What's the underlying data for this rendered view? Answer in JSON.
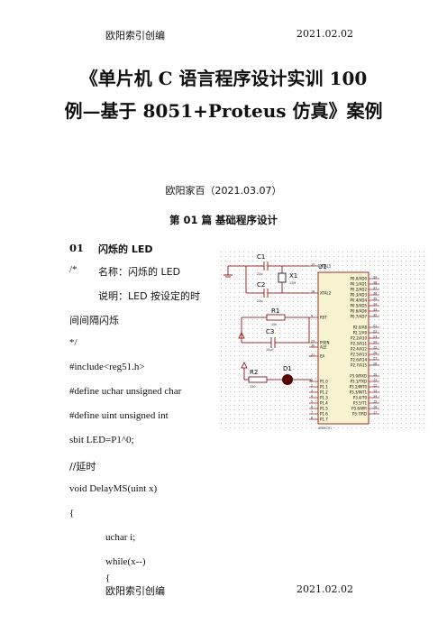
{
  "header": {
    "left": "欧阳索引创编",
    "right": "2021.02.02"
  },
  "footer": {
    "left": "欧阳索引创编",
    "right": "2021.02.02"
  },
  "title": {
    "line1": "《单片机 C 语言程序设计实训 100",
    "line2": "例—基于 8051+Proteus 仿真》案例"
  },
  "author": "欧阳家百（2021.03.07）",
  "part_heading": "第 01 篇 基础程序设计",
  "section": {
    "number": "01",
    "title": "闪烁的 LED"
  },
  "comment": {
    "open": "/*",
    "name_line": "名称：闪烁的 LED",
    "desc_line1": "说明：LED 按设定的时",
    "desc_line2": "间间隔闪烁",
    "close": "*/"
  },
  "code": [
    "#include<reg51.h>",
    "#define uchar unsigned char",
    "#define uint unsigned int",
    "sbit LED=P1^0;",
    "//延时",
    "void DelayMS(uint x)",
    "{",
    "uchar i;",
    "while(x--)",
    "{"
  ],
  "schematic": {
    "components": {
      "c1": "C1",
      "c1_val": "22p",
      "c2": "C2",
      "c2_val": "22p",
      "x1": "X1",
      "x1_val": "12M",
      "r1": "R1",
      "r1_val": "10k",
      "c3": "C3",
      "c3_val": "10uF",
      "r2": "R2",
      "r2_val": "330",
      "d1": "D1",
      "u1": "U1",
      "u1_part": "AT89C51"
    },
    "left_pins": [
      {
        "num": "19",
        "name": "XTAL1"
      },
      {
        "num": "18",
        "name": "XTAL2"
      },
      {
        "num": "9",
        "name": "RST"
      },
      {
        "num": "29",
        "name": "PSEN"
      },
      {
        "num": "30",
        "name": "ALE"
      },
      {
        "num": "31",
        "name": "EA"
      },
      {
        "num": "1",
        "name": "P1.0"
      },
      {
        "num": "2",
        "name": "P1.1"
      },
      {
        "num": "3",
        "name": "P1.2"
      },
      {
        "num": "4",
        "name": "P1.3"
      },
      {
        "num": "5",
        "name": "P1.4"
      },
      {
        "num": "6",
        "name": "P1.5"
      },
      {
        "num": "7",
        "name": "P1.6"
      },
      {
        "num": "8",
        "name": "P1.7"
      }
    ],
    "right_pins": [
      {
        "num": "39",
        "name": "P0.0/AD0"
      },
      {
        "num": "38",
        "name": "P0.1/AD1"
      },
      {
        "num": "37",
        "name": "P0.2/AD2"
      },
      {
        "num": "36",
        "name": "P0.3/AD3"
      },
      {
        "num": "35",
        "name": "P0.4/AD4"
      },
      {
        "num": "34",
        "name": "P0.5/AD5"
      },
      {
        "num": "33",
        "name": "P0.6/AD6"
      },
      {
        "num": "32",
        "name": "P0.7/AD7"
      },
      {
        "num": "21",
        "name": "P2.0/A8"
      },
      {
        "num": "22",
        "name": "P2.1/A9"
      },
      {
        "num": "23",
        "name": "P2.2/A10"
      },
      {
        "num": "24",
        "name": "P2.3/A11"
      },
      {
        "num": "25",
        "name": "P2.4/A12"
      },
      {
        "num": "26",
        "name": "P2.5/A13"
      },
      {
        "num": "27",
        "name": "P2.6/A14"
      },
      {
        "num": "28",
        "name": "P2.7/A15"
      },
      {
        "num": "10",
        "name": "P3.0/RXD"
      },
      {
        "num": "11",
        "name": "P3.1/TXD"
      },
      {
        "num": "12",
        "name": "P3.2/INT0"
      },
      {
        "num": "13",
        "name": "P3.3/INT1"
      },
      {
        "num": "14",
        "name": "P3.4/T0"
      },
      {
        "num": "15",
        "name": "P3.5/T1"
      },
      {
        "num": "16",
        "name": "P3.6/WR"
      },
      {
        "num": "17",
        "name": "P3.7/RD"
      }
    ]
  }
}
